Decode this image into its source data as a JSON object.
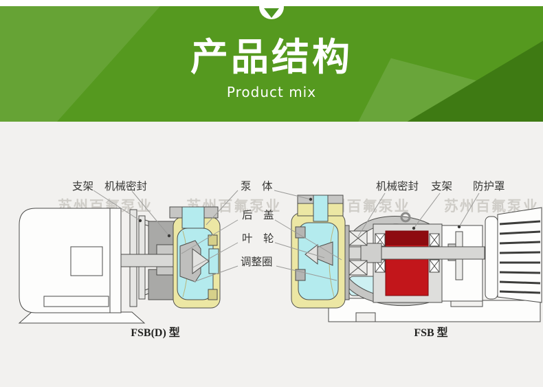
{
  "header": {
    "title": "产品结构",
    "subtitle": "Product mix",
    "colors": {
      "base_green": "#55991f",
      "dark_green": "#3e7a13",
      "text": "#ffffff"
    }
  },
  "watermark": {
    "text": "苏州百氟泵业",
    "line": "苏州百氟泵业 苏州百氟泵业 苏州百氟泵业 苏州百氟泵业"
  },
  "diagram": {
    "labels": {
      "left_bracket": "支架",
      "left_mech_seal": "机械密封",
      "pump_body": "泵　体",
      "back_cover": "后　盖",
      "impeller": "叶　轮",
      "adjust_ring": "调整圈",
      "right_mech_seal": "机械密封",
      "right_bracket": "支架",
      "guard_cover": "防护罩"
    },
    "captions": {
      "left": "FSB(D) 型",
      "right": "FSB 型"
    },
    "colors": {
      "casing_yellow": "#ece7a4",
      "channel_cyan": "#b4ebee",
      "rotor_red": "#c2161b",
      "rotor_red_dark": "#8e0b10",
      "metal_gray": "#c6c6c4",
      "outline": "#4c4c4a",
      "leader_line": "#9a9a98"
    }
  }
}
